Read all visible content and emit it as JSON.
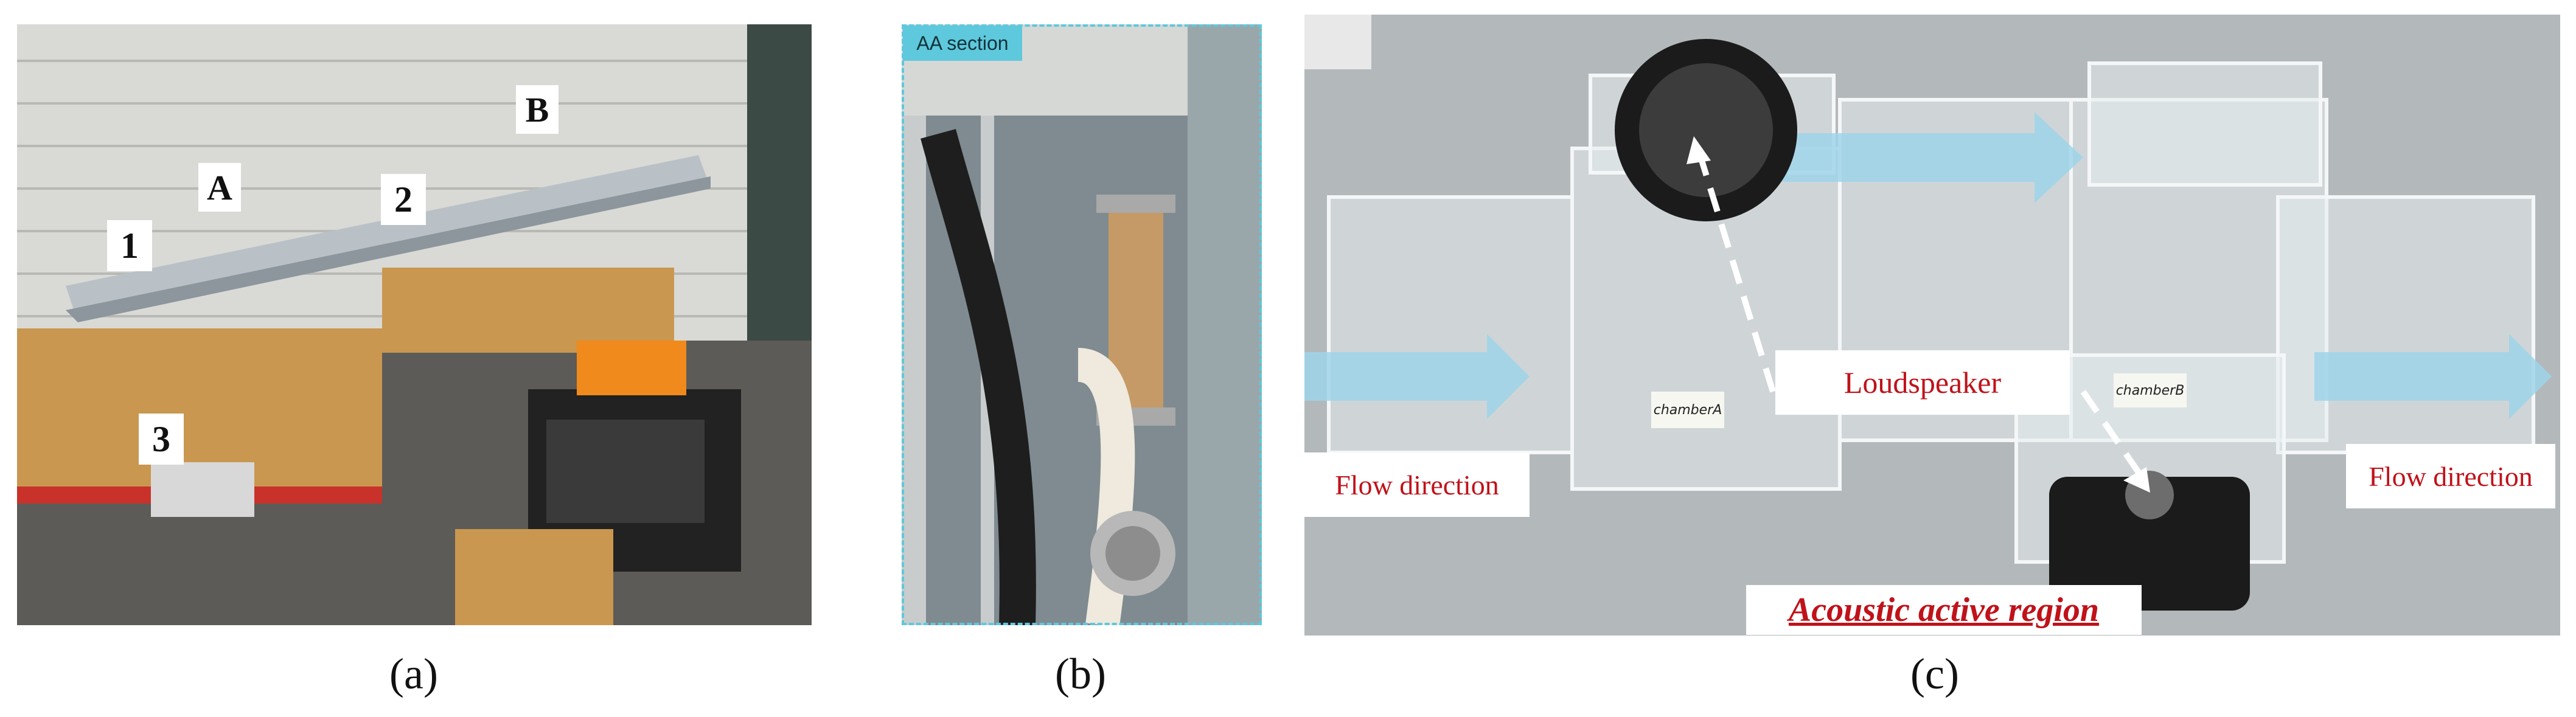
{
  "figure": {
    "panels": [
      {
        "id": "a",
        "caption": "(a)",
        "labels": [
          "1",
          "2",
          "3",
          "A",
          "B"
        ]
      },
      {
        "id": "b",
        "caption": "(b)",
        "tag": "AA section"
      },
      {
        "id": "c",
        "caption": "(c)",
        "flow_left": "Flow direction",
        "flow_right": "Flow direction",
        "loudspeaker": "Loudspeaker",
        "chamber_a": "chamberA",
        "chamber_b": "chamberB",
        "active_region": "Acoustic active region"
      }
    ],
    "colors": {
      "annotation_red": "#c0121a",
      "flow_arrow": "#9fd3ea",
      "aa_tag": "#5ec8dc"
    }
  }
}
